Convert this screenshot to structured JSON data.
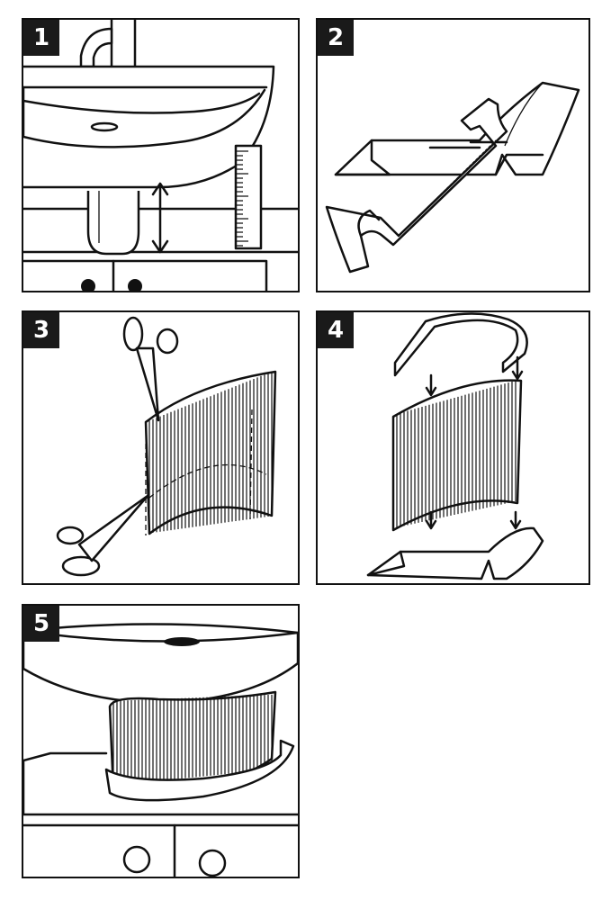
{
  "steps": [
    {
      "number": "1",
      "icons": [
        "faucet-icon",
        "sink-icon",
        "ruler-icon",
        "arrow-icon",
        "cabinet-icon"
      ]
    },
    {
      "number": "2",
      "icons": [
        "hacksaw-icon",
        "trim-profile-icon"
      ]
    },
    {
      "number": "3",
      "icons": [
        "scissors-icon",
        "ribbed-panel-icon"
      ]
    },
    {
      "number": "4",
      "icons": [
        "trim-profile-icon",
        "ribbed-panel-icon",
        "arrow-icon"
      ]
    },
    {
      "number": "5",
      "icons": [
        "sink-icon",
        "pedestal-skirt-icon",
        "cabinet-icon"
      ]
    }
  ],
  "colors": {
    "ink": "#111111",
    "badge": "#1a1a1a",
    "paper": "#ffffff"
  }
}
